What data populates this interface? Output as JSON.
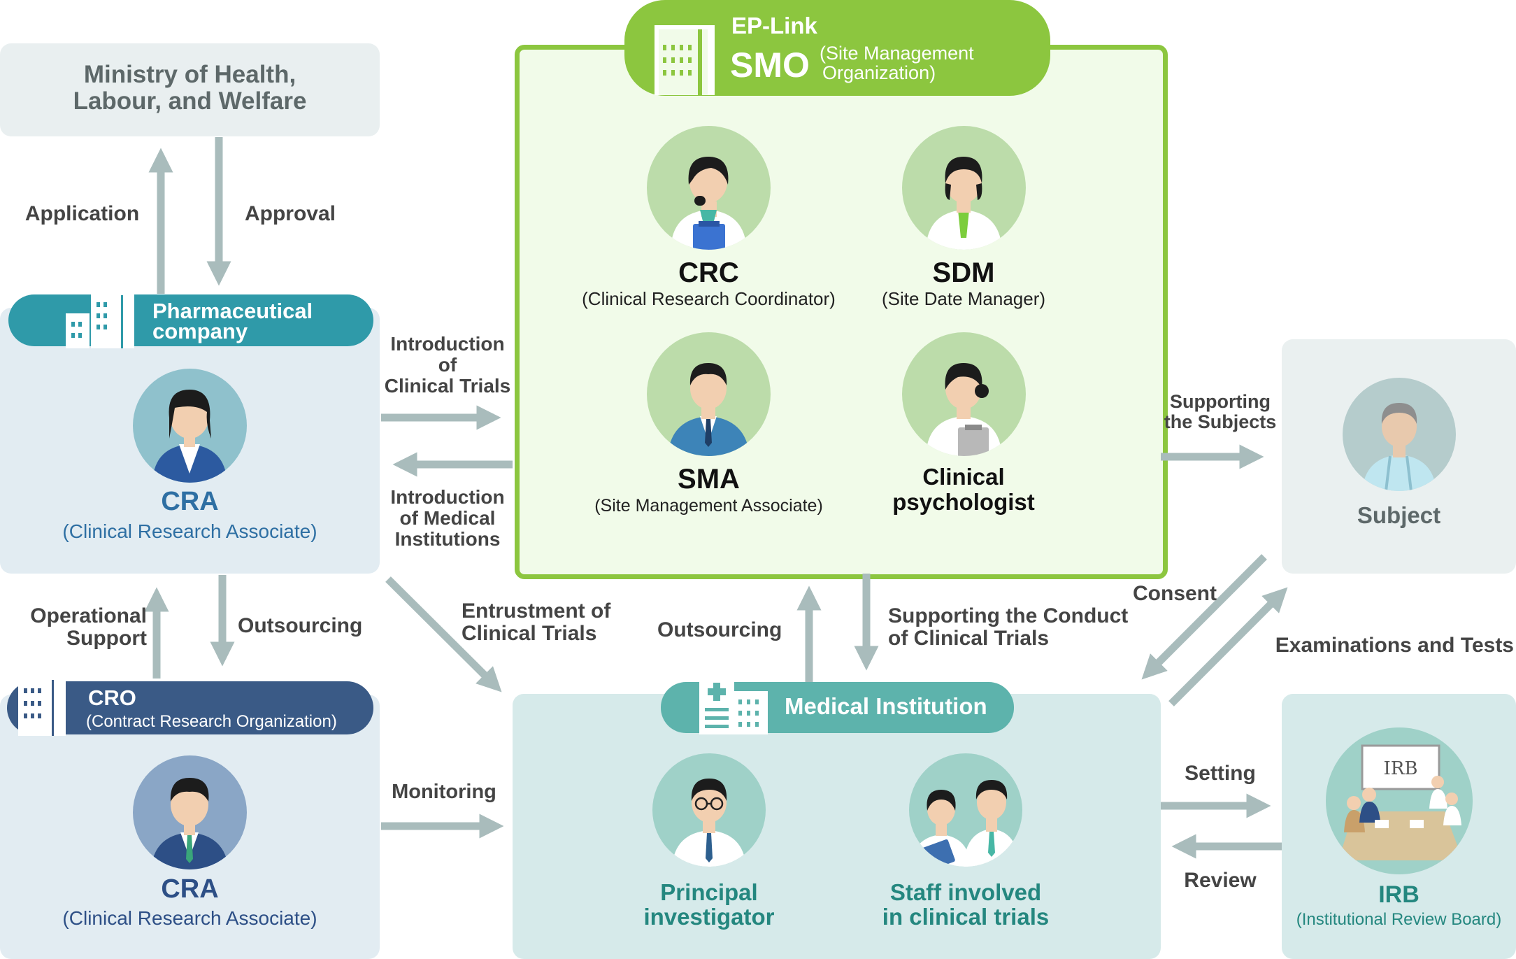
{
  "ministry": {
    "line1": "Ministry of Health,",
    "line2": "Labour, and Welfare"
  },
  "flows": {
    "application": "Application",
    "approval": "Approval",
    "intro_trials": [
      "Introduction",
      "of",
      "Clinical Trials"
    ],
    "intro_medical": [
      "Introduction",
      "of Medical",
      "Institutions"
    ],
    "operational_support": [
      "Operational",
      "Support"
    ],
    "outsourcing_left": "Outsourcing",
    "entrustment": [
      "Entrustment of",
      "Clinical Trials"
    ],
    "outsourcing_mid": "Outsourcing",
    "supporting_conduct": [
      "Supporting the Conduct",
      "of Clinical Trials"
    ],
    "supporting_subjects": [
      "Supporting",
      "the Subjects"
    ],
    "consent": "Consent",
    "exams": "Examinations and Tests",
    "monitoring": "Monitoring",
    "setting": "Setting",
    "review": "Review"
  },
  "pharma": {
    "label": [
      "Pharmaceutical",
      "company"
    ],
    "role": "CRA",
    "role_full": "(Clinical Research Associate)"
  },
  "cro": {
    "label": "CRO",
    "label_full": "(Contract Research Organization)",
    "role": "CRA",
    "role_full": "(Clinical Research Associate)"
  },
  "smo": {
    "brand": "EP-Link",
    "abbr": "SMO",
    "full": [
      "(Site Management",
      "Organization)"
    ],
    "roles": [
      {
        "title": "CRC",
        "sub": "(Clinical Research Coordinator)"
      },
      {
        "title": "SDM",
        "sub": "(Site Date Manager)"
      },
      {
        "title": "SMA",
        "sub": "(Site Management Associate)"
      },
      {
        "title": "Clinical",
        "title2": "psychologist"
      }
    ]
  },
  "medical": {
    "label": "Medical Institution",
    "roles": [
      {
        "line1": "Principal",
        "line2": "investigator"
      },
      {
        "line1": "Staff involved",
        "line2": "in clinical trials"
      }
    ]
  },
  "subject": {
    "label": "Subject"
  },
  "irb": {
    "board_text": "IRB",
    "label": "IRB",
    "full": "(Institutional Review Board)"
  },
  "colors": {
    "green": "#8cc63f",
    "teal": "#2f9aa9",
    "navy": "#3a5a86",
    "arrow": "#a9bcbc",
    "medteal": "#5db3ac"
  }
}
